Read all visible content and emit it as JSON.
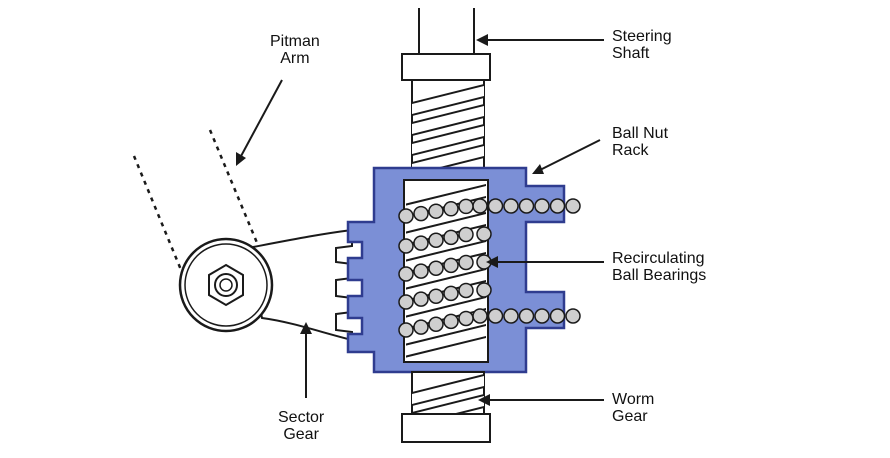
{
  "labels": {
    "steering_shaft": [
      "Steering",
      "Shaft"
    ],
    "pitman_arm": [
      "Pitman",
      "Arm"
    ],
    "ball_nut_rack": [
      "Ball Nut",
      "Rack"
    ],
    "recirculating_ball_bearings": [
      "Recirculating",
      "Ball Bearings"
    ],
    "worm_gear": [
      "Worm",
      "Gear"
    ],
    "sector_gear": [
      "Sector",
      "Gear"
    ]
  },
  "colors": {
    "ball_nut_fill": "#7b8fd6",
    "ball_nut_stroke": "#2f3c8f",
    "ball_fill": "#cfcfcf",
    "line": "#1a1a1a",
    "background": "#ffffff"
  }
}
